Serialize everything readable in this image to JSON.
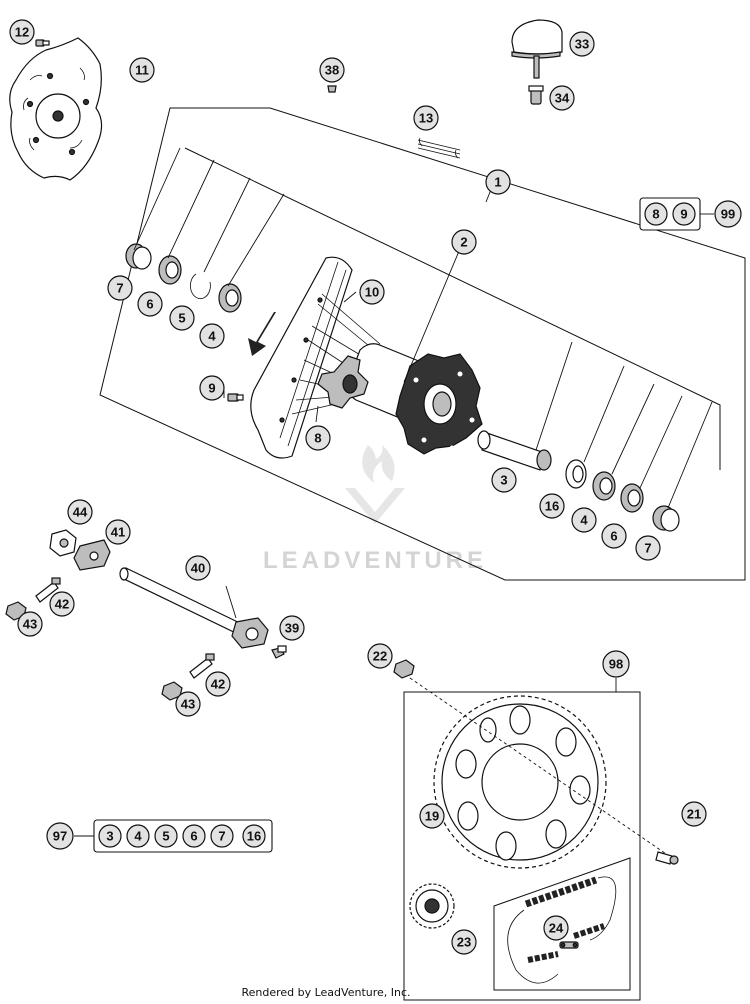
{
  "diagram": {
    "callouts": {
      "c1": "1",
      "c2": "2",
      "c3": "3",
      "c4a": "4",
      "c4b": "4",
      "c5": "5",
      "c6a": "6",
      "c6b": "6",
      "c7a": "7",
      "c7b": "7",
      "c8": "8",
      "c9": "9",
      "c10": "10",
      "c11": "11",
      "c12": "12",
      "c13": "13",
      "c16": "16",
      "c19": "19",
      "c21": "21",
      "c22": "22",
      "c23": "23",
      "c24": "24",
      "c33": "33",
      "c34": "34",
      "c38": "38",
      "c39": "39",
      "c40": "40",
      "c41": "41",
      "c42a": "42",
      "c42b": "42",
      "c43a": "43",
      "c43b": "43",
      "c44": "44",
      "c97": "97",
      "c98": "98",
      "c99": "99"
    },
    "kit_99": {
      "items": [
        "8",
        "9"
      ]
    },
    "kit_97": {
      "items": [
        "3",
        "4",
        "5",
        "6",
        "7",
        "16"
      ]
    }
  },
  "watermark": "LEADVENTURE",
  "footer": "Rendered by LeadVenture, Inc."
}
